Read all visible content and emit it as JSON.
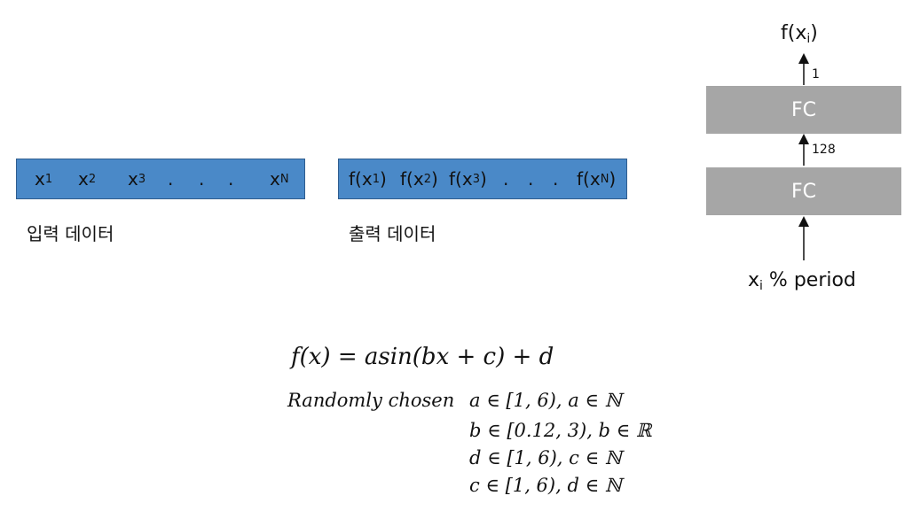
{
  "input_block": {
    "cells": [
      {
        "base": "x",
        "sub": "1"
      },
      {
        "base": "x",
        "sub": "2"
      },
      {
        "base": "x",
        "sub": "3"
      },
      {
        "base": ".",
        "sub": ""
      },
      {
        "base": ".",
        "sub": ""
      },
      {
        "base": ".",
        "sub": ""
      },
      {
        "base": "x",
        "sub": "N"
      }
    ],
    "caption": "입력 데이터"
  },
  "output_block": {
    "cells": [
      {
        "pre": "f(x",
        "sub": "1",
        "post": ")"
      },
      {
        "pre": "f(x",
        "sub": "2",
        "post": ")"
      },
      {
        "pre": "f(x",
        "sub": "3",
        "post": ")"
      },
      {
        "pre": ".",
        "sub": "",
        "post": ""
      },
      {
        "pre": ".",
        "sub": "",
        "post": ""
      },
      {
        "pre": ".",
        "sub": "",
        "post": ""
      },
      {
        "pre": "f(x",
        "sub": "N",
        "post": ")"
      }
    ],
    "caption": "출력 데이터"
  },
  "network": {
    "output_label": {
      "pre": "f(x",
      "sub": "i",
      "post": ")"
    },
    "top_arrow_label": "1",
    "fc_top": "FC",
    "middle_arrow_label": "128",
    "fc_bottom": "FC",
    "input_label": {
      "base": "x",
      "sub": "i",
      "rest": " % period"
    }
  },
  "formula": {
    "main": "f(x) = asin(bx + c) + d",
    "prefix": "Randomly chosen",
    "conditions": [
      "a ∈ [1, 6), a ∈ ℕ",
      "b ∈ [0.12, 3), b ∈ ℝ",
      "d ∈ [1, 6), c ∈ ℕ",
      "c ∈ [1, 6), d ∈ ℕ"
    ]
  },
  "colors": {
    "data_box": "#4a89c8",
    "data_box_border": "#2f5d8f",
    "fc_box": "#a6a6a6",
    "arrow": "#111111"
  }
}
